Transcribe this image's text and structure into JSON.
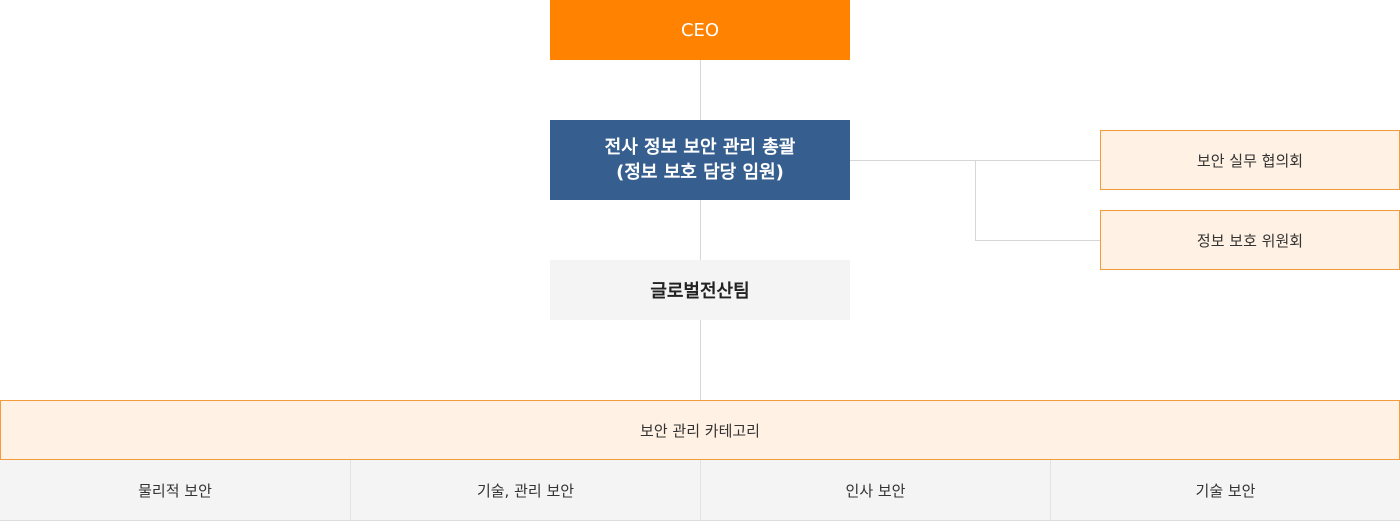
{
  "ceo": {
    "label": "CEO"
  },
  "executive": {
    "line1": "전사 정보 보안 관리 총괄",
    "line2": "(정보 보호 담당 임원)"
  },
  "team": {
    "label": "글로벌전산팀"
  },
  "committees": [
    {
      "label": "보안 실무 협의회"
    },
    {
      "label": "정보 보호 위원회"
    }
  ],
  "category": {
    "label": "보안 관리 카테고리"
  },
  "subcategories": [
    {
      "label": "물리적 보안"
    },
    {
      "label": "기술, 관리 보안"
    },
    {
      "label": "인사 보안"
    },
    {
      "label": "기술 보안"
    }
  ],
  "colors": {
    "ceo_fill": "#ff8200",
    "executive_fill": "#365f8f",
    "team_fill": "#f4f4f4",
    "committee_fill": "#fff1e3",
    "committee_border": "#f39a3a",
    "connector": "#d6d6d6"
  }
}
